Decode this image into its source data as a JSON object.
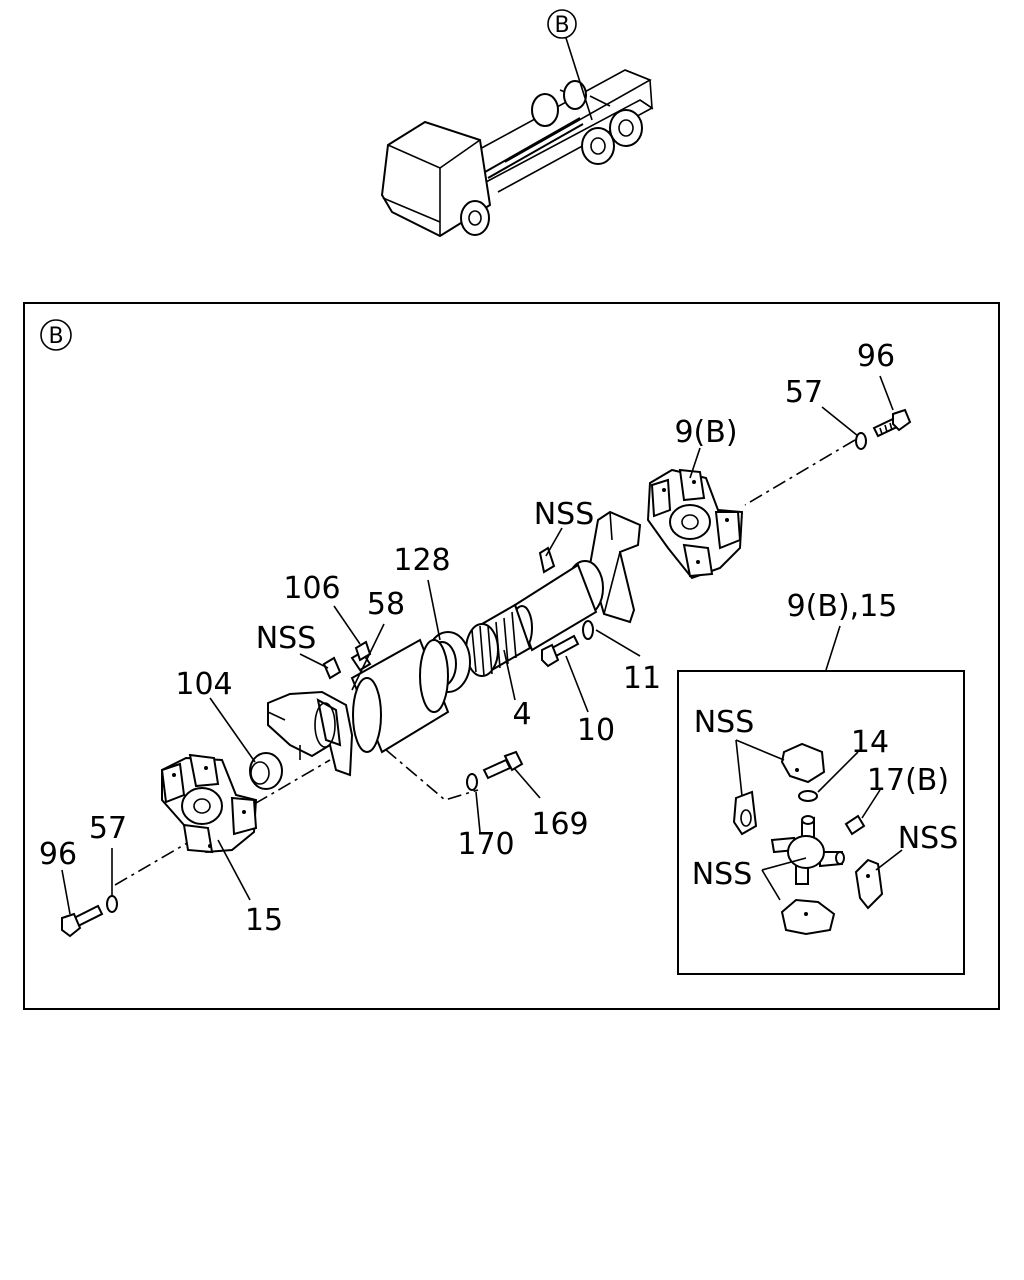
{
  "section_marker": "B",
  "labels": {
    "p96_right": "96",
    "p57_right": "57",
    "p9b": "9(B)",
    "nss_top": "NSS",
    "p128": "128",
    "p106": "106",
    "p58": "58",
    "nss_left": "NSS",
    "p104": "104",
    "p11": "11",
    "p4": "4",
    "p10": "10",
    "p170": "170",
    "p169": "169",
    "p57_left": "57",
    "p96_left": "96",
    "p15": "15",
    "inset_title": "9(B),15",
    "inset_nss_1": "NSS",
    "inset_14": "14",
    "inset_17b": "17(B)",
    "inset_nss_2": "NSS",
    "inset_nss_3": "NSS"
  }
}
